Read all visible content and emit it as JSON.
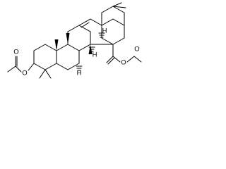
{
  "molecule": {
    "atom_labels": {
      "ester_oxygen_left": "O",
      "ester_oxygen_right": "O",
      "carbonyl_oxygen_left": "O",
      "carbonyl_oxygen_right": "O",
      "stereo_h_upper": "H",
      "stereo_h_lower": "H",
      "stereo_h_right": "H"
    },
    "colors": {
      "bond": "#000000",
      "background": "#ffffff"
    }
  }
}
